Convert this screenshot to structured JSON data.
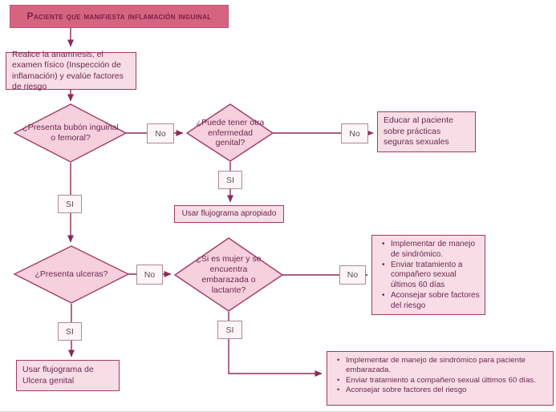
{
  "title": "Flujograma: Paciente que manifiesta inflamación inguinal",
  "labels": {
    "no": "No",
    "yes": "SI"
  },
  "colors": {
    "header_fill": "#d56480",
    "header_text": "#7c1c4b",
    "process_fill": "#f8dde6",
    "diamond_fill": "#f6d0dd",
    "shape_border": "#a03a69",
    "connector": "#8a2a58",
    "text": "#6b2950",
    "tag_fill": "#fdf5f8",
    "tag_border": "#ad8a97"
  },
  "nodes": {
    "start": "Paciente que manifiesta inflamación inguinal",
    "anamnesis": "Realice la anamnesis, el examen físico (Inspección de inflamación) y evalúe factores de riesgo",
    "decision_bubo": "¿Presenta bubón inguinal o femoral?",
    "decision_other_disease": "¿Puede tener otra enfermedad genital?",
    "educate": "Educar al paciente sobre prácticas seguras sexuales",
    "appropriate_flowchart": "Usar flujograma apropiado",
    "decision_ulcers": "¿Presenta ulceras?",
    "decision_pregnant": "¿Si es mujer y se encuentra embarazada o lactante?",
    "ulcer_flowchart": "Usar flujograma de Ulcera genital",
    "syndromic": {
      "items": [
        "Implementar de manejo de sindrómico.",
        "Enviar tratamiento a compañero sexual últimos 60 días",
        "Aconsejar sobre factores del riesgo"
      ]
    },
    "pregnant_management": {
      "items": [
        "Implementar de manejo de sindrómico para paciente embarazada.",
        "Enviar tratamiento a compañero sexual últimos 60 días.",
        "Aconsejar sobre factores del riesgo"
      ]
    }
  }
}
